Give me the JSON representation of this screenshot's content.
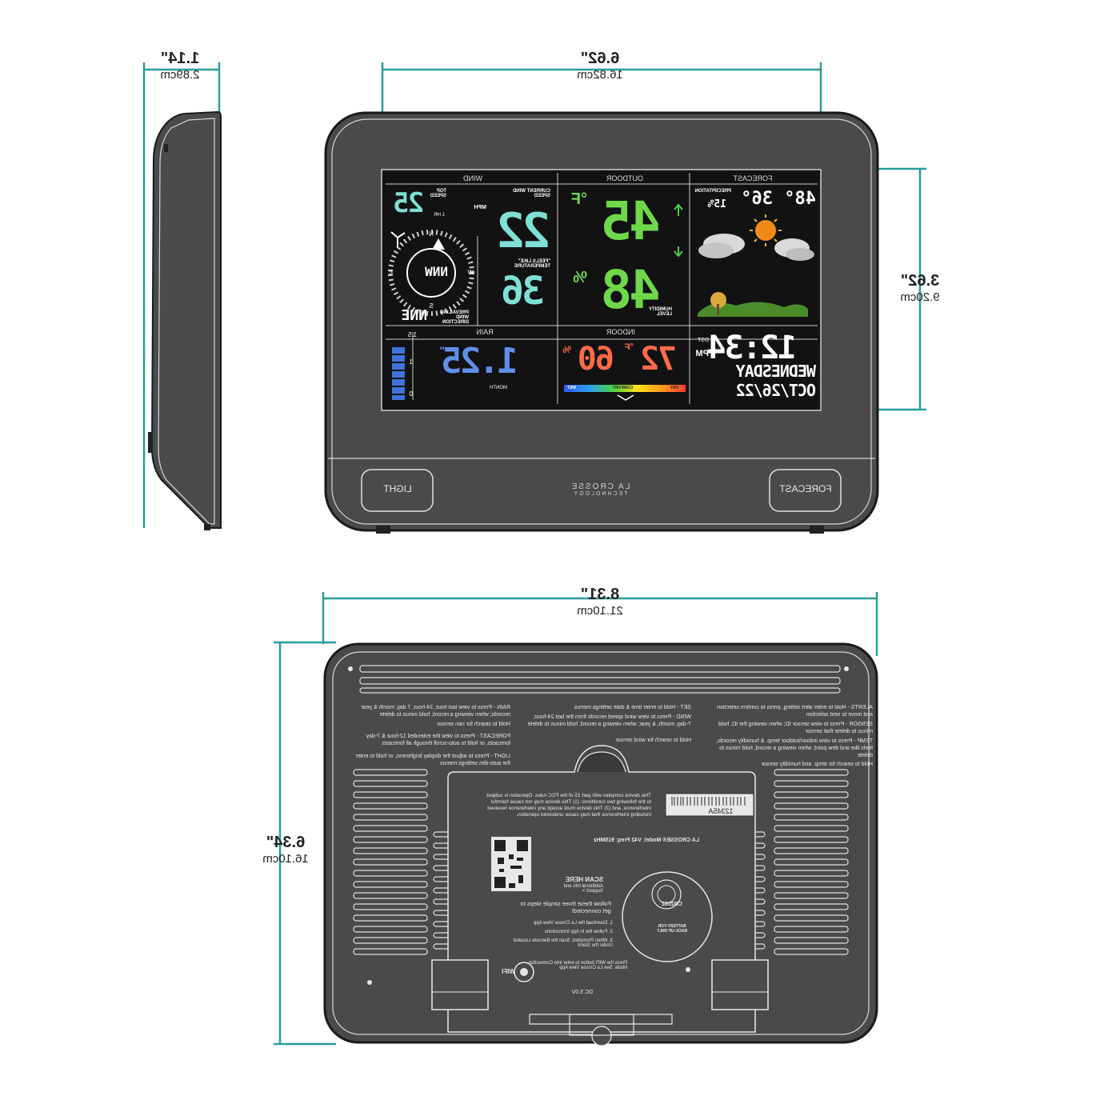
{
  "dimensions": {
    "side_depth": {
      "inches": "1.14\"",
      "cm": "2.89cm"
    },
    "screen_width": {
      "inches": "6.62\"",
      "cm": "16.82cm"
    },
    "screen_height": {
      "inches": "3.62\"",
      "cm": "9.20cm"
    },
    "device_width": {
      "inches": "8.31\"",
      "cm": "21.10cm"
    },
    "device_height": {
      "inches": "6.34\"",
      "cm": "16.10cm"
    }
  },
  "front": {
    "buttons": {
      "left": "LIGHT",
      "right": "FORECAST"
    },
    "brand": {
      "line1": "LA CROSSE",
      "line2": "TECHNOLOGY"
    },
    "display": {
      "wind": {
        "header": "WIND",
        "top_speed_label": "TOP SPEED",
        "top_speed_value": "25",
        "period": "1 HR",
        "current_label": "CURRENT WIND SPEED",
        "unit": "MPH",
        "current_value": "22",
        "compass_direction": "NNW",
        "compass_n": "N",
        "compass_e": "E",
        "compass_w": "W",
        "compass_s": "S",
        "prevailing_label": "PREVAILING WIND DIRECTION",
        "prevailing_value": "NNE",
        "feels_like_label": "\"FEELS LIKE\" TEMPERATURE",
        "feels_like_value": "36"
      },
      "outdoor": {
        "header": "OUTDOOR",
        "temp_value": "45",
        "temp_unit": "°F",
        "humidity_value": "48",
        "humidity_unit": "%",
        "humidity_label": "HUMIDITY LEVEL"
      },
      "forecast": {
        "header": "FORECAST",
        "precip_label": "PRECIPITATION",
        "precip_value": "15%",
        "low": "36°",
        "high": "48°"
      },
      "rain": {
        "header": "RAIN",
        "value": "1.25",
        "unit": "\"",
        "period": "MONTH",
        "scale_top": "1.5",
        "scale_mid": "1",
        "scale_bottom": "0"
      },
      "indoor": {
        "header": "INDOOR",
        "temp_value": "72",
        "temp_unit": "°F",
        "humidity_value": "60",
        "humidity_unit": "%",
        "comfort_labels": [
          "WET",
          "COMFORT",
          "DRY"
        ]
      },
      "clock": {
        "time": "12:34",
        "ampm": "PM",
        "dst": "DST",
        "day": "WEDNESDAY",
        "date": "OCT/26/22"
      }
    }
  },
  "back": {
    "instructions": {
      "alerts": "ALERTS - Hold to enter alert setting, press to confirm selection and move to next selection",
      "sensor": "SENSOR - Press to view sensor ID; when viewing the ID, hold minus to delete that sensor",
      "temp": "TEMP - Press to view indoor/outdoor temp. & humidity records, feels like and dew point; when viewing a record, hold minus to delete",
      "temp2": "Hold to search for temp. and humidity sensor",
      "set": "SET - Hold to enter time & date settings menus",
      "wind": "WIND - Press to view wind speed records from the last 24-hour, 7-day, month, & year; when viewing a record, hold minus to delete",
      "wind2": "Hold to search for wind sensor",
      "rain": "RAIN - Press to view last hour, 24-hour, 7 day, month & year records; when viewing a record, hold minus to delete",
      "rain2": "Hold to search for rain sensor",
      "forecast": "FORECAST - Press to view the extended 12-hour & 7-day forecasts, or hold to auto-scroll through all forecasts",
      "light": "LIGHT - Press to adjust the display brightness, or hold to enter the auto-dim settings menus"
    },
    "serial": "12345A",
    "fcc": "This device complies with part 15 of the FCC rules. Operation is subject to the following two conditions: (1) This device may not cause harmful interference, and (2) This device must accept any interference received including interference that may cause undesired operation.",
    "model": "LA CROSSE® Model: V42  Freq: 915MHz",
    "scan_here": "SCAN HERE",
    "scan_sub": "Additional info and Support >",
    "steps_title": "Follow these three simple steps to get connected!",
    "step1": "1. Download the La Crosse View App",
    "step2": "2. Follow the In App Instructions",
    "step3": "3. When Prompted, Scan the Barcode Located Under the Stand",
    "wifi_label": "WIFI",
    "wifi_note": "Press the WIFI button to enter into Connection Mode. See La Crosse View App",
    "battery": "CR2032",
    "battery_note": "BATTERY FOR BACK-UP ONLY",
    "power": "DC 5.0V"
  }
}
